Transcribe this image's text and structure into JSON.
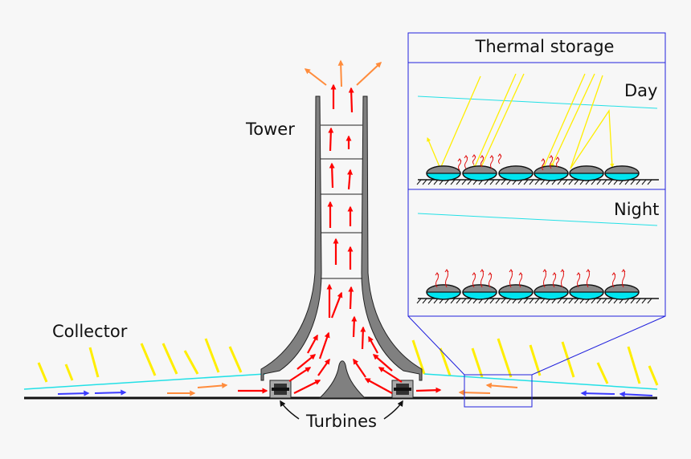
{
  "labels": {
    "tower": "Tower",
    "collector": "Collector",
    "turbines": "Turbines",
    "thermal_storage": "Thermal storage",
    "day": "Day",
    "night": "Night"
  },
  "colors": {
    "background": "#f7f7f7",
    "tower_fill": "#808080",
    "hot_air": "#ff0000",
    "warm_air": "#ff8c3c",
    "cool_air": "#3c3cff",
    "sunlight": "#ffee00",
    "collector_roof": "#22e0e6",
    "storage_water": "#00e5f0",
    "storage_frame": "#2222dd"
  },
  "icons": [
    "turbine-icon",
    "arrow-icon",
    "heat-wave-icon",
    "sun-ray-icon",
    "water-bag-icon"
  ]
}
